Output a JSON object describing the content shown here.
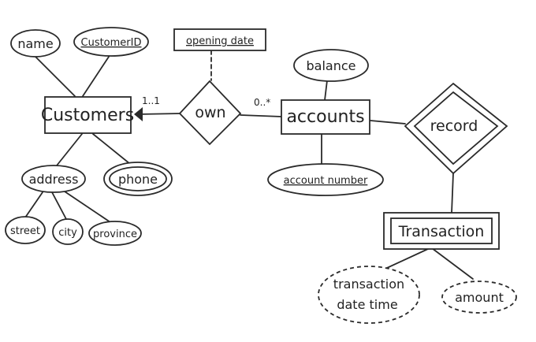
{
  "entities": {
    "customers": "Customers",
    "accounts": "accounts",
    "transaction": "Transaction"
  },
  "relationships": {
    "own": "own",
    "record": "record"
  },
  "attributes": {
    "name": "name",
    "customer_id": "CustomerID",
    "opening_date": "opening date",
    "balance": "balance",
    "address": "address",
    "phone": "phone",
    "street": "street",
    "city": "city",
    "province": "province",
    "account_number": "account number",
    "transaction_datetime_line1": "transaction",
    "transaction_datetime_line2": "date time",
    "amount": "amount"
  },
  "cardinalities": {
    "customers_side": "1..1",
    "accounts_side": "0..*"
  }
}
